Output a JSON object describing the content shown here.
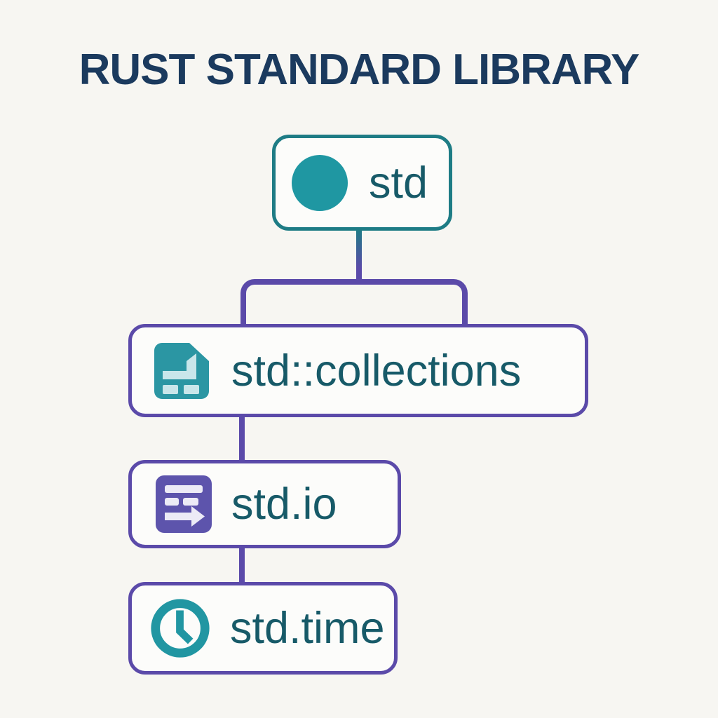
{
  "title": "RUST STANDARD LIBRARY",
  "colors": {
    "background": "#f7f6f2",
    "title_text": "#1b3a5e",
    "node_text": "#175a68",
    "teal_border": "#1e7c85",
    "teal_fill": "#1f97a2",
    "purple": "#5b4aa9",
    "icon_teal": "#2b96a3",
    "icon_teal_light": "#c9e6ea",
    "icon_purple": "#5d54ac",
    "icon_purple_light": "#ecebf6",
    "node_background": "#fcfcfa"
  },
  "nodes": {
    "root": {
      "label": "std",
      "icon": "teal-circle-icon"
    },
    "collections": {
      "label": "std::collections",
      "icon": "collections-file-icon"
    },
    "io": {
      "label": "std.io",
      "icon": "io-lines-arrow-icon"
    },
    "time": {
      "label": "std.time",
      "icon": "clock-icon"
    }
  },
  "structure": {
    "type": "tree",
    "edges": [
      "std -> std::collections",
      "std::collections -> std.io",
      "std.io -> std.time"
    ]
  }
}
